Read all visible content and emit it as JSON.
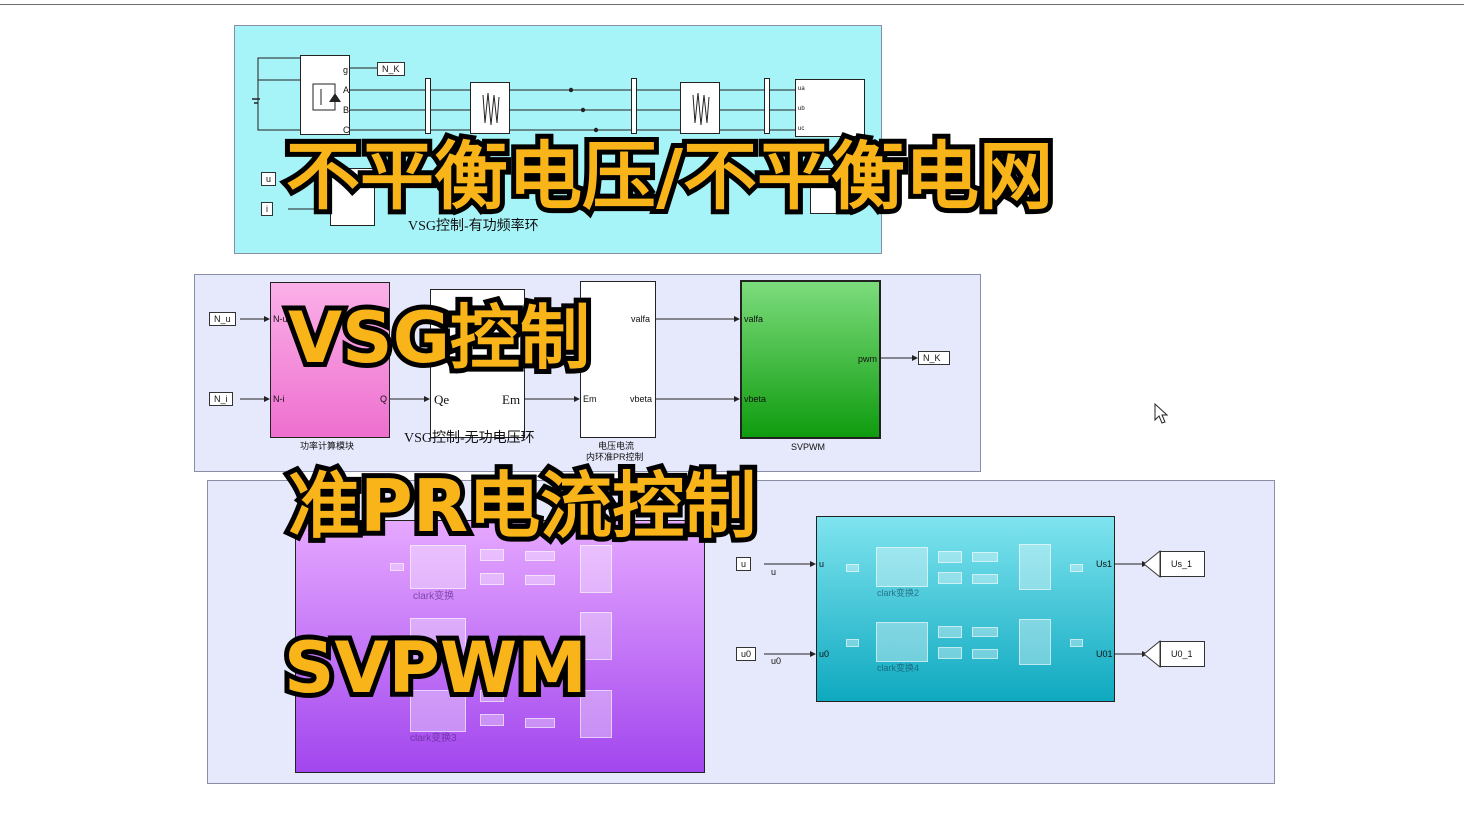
{
  "titles": {
    "unbalanced": "不平衡电压/不平衡电网",
    "vsg": "VSG控制",
    "pr": "准PR电流控制",
    "svpwm": "SVPWM"
  },
  "area1": {
    "label": "VSG控制-有功频率环",
    "tags": {
      "nk": "N_K",
      "u": "u",
      "i": "i"
    },
    "ports": {
      "g": "g",
      "a": "A",
      "b": "B",
      "c": "C",
      "ua": "ua",
      "ub": "ub",
      "uc": "uc"
    }
  },
  "area2": {
    "tags": {
      "nu": "N_u",
      "ni": "N_i",
      "nk": "N_K"
    },
    "power_block": {
      "label": "功率计算模块",
      "in1": "N-u",
      "in2": "N-i",
      "out": "Q"
    },
    "vsg_block": {
      "label": "VSG控制-无功电压环",
      "in": "Qe",
      "out": "Em"
    },
    "pr_block": {
      "label_1": "电压电流",
      "label_2": "内环准PR控制",
      "out1": "valfa",
      "in": "Em",
      "out2": "vbeta"
    },
    "svpwm_block": {
      "label": "SVPWM",
      "in1": "valfa",
      "in2": "vbeta",
      "out": "pwm"
    }
  },
  "area3": {
    "purple": {
      "sub1": "clark变换",
      "sub2": "clark变换3"
    },
    "teal": {
      "sub1": "clark变换2",
      "sub2": "clark变换4",
      "in1": "u",
      "in2": "u0",
      "out1": "Us1",
      "out2": "U01"
    },
    "in_tags": {
      "u": "u",
      "u0": "u0"
    },
    "wire_labels": {
      "u": "u",
      "u0": "u0"
    },
    "out_tags": {
      "us1": "Us_1",
      "u01": "U0_1"
    }
  },
  "colors": {
    "area1_bg": "#a6f3f8",
    "area_bg": "#e6e8fb",
    "power_block": "#f58ad6",
    "svpwm_block": "#1aa51a",
    "purple_block": "#b35af0",
    "teal_block": "#1ab8cc",
    "title_fill": "#f8b418"
  }
}
